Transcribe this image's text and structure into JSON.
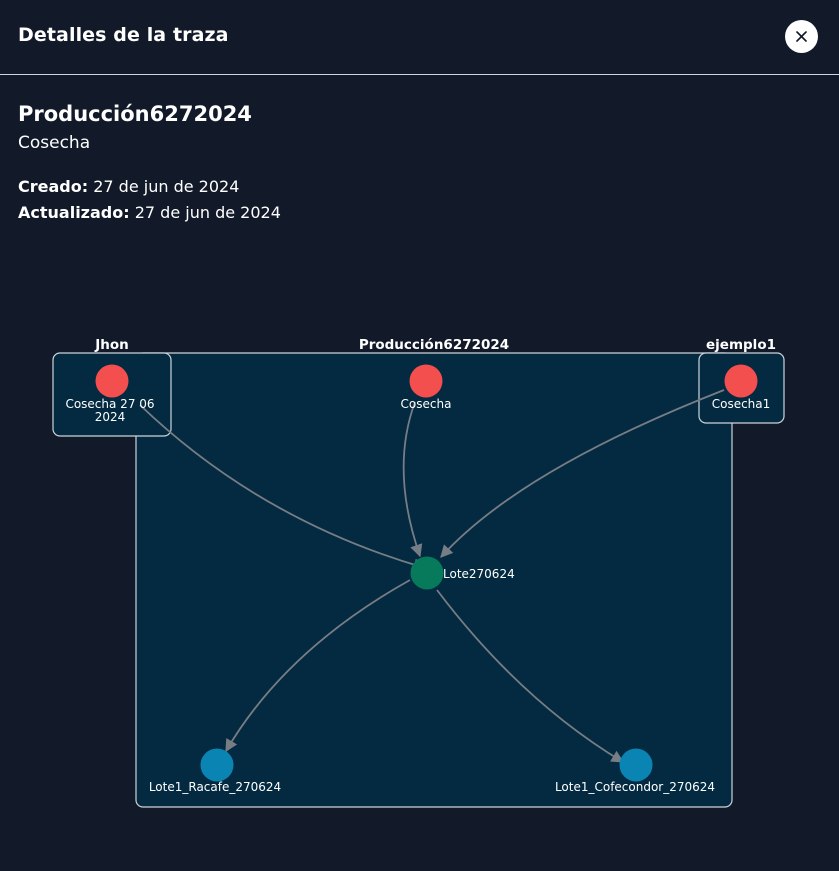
{
  "header": {
    "title": "Detalles de la traza",
    "close_icon": "close-icon"
  },
  "trace": {
    "name": "Producción6272024",
    "type": "Cosecha",
    "created_label": "Creado:",
    "created_value": "27 de jun de 2024",
    "updated_label": "Actualizado:",
    "updated_value": "27 de jun de 2024"
  },
  "colors": {
    "background": "#121a2a",
    "diagram_fill": "#032a40",
    "node_origin": "#f34f4f",
    "node_lote": "#077a5b",
    "node_output": "#0a85b3",
    "edge": "#777d84",
    "group_border": "#cdd3da"
  },
  "diagram": {
    "groups": [
      {
        "id": "g_main",
        "label": "Producción6272024"
      },
      {
        "id": "g_jhon",
        "label": "Jhon"
      },
      {
        "id": "g_ejemplo",
        "label": "ejemplo1"
      }
    ],
    "nodes": [
      {
        "id": "n1",
        "label": "Cosecha 27 06 2024",
        "kind": "origin",
        "group": "g_jhon"
      },
      {
        "id": "n2",
        "label": "Cosecha",
        "kind": "origin",
        "group": "g_main"
      },
      {
        "id": "n3",
        "label": "Cosecha1",
        "kind": "origin",
        "group": "g_ejemplo"
      },
      {
        "id": "n4",
        "label": "Lote270624",
        "kind": "lote",
        "group": "g_main"
      },
      {
        "id": "n5",
        "label": "Lote1_Racafe_270624",
        "kind": "output",
        "group": "g_main"
      },
      {
        "id": "n6",
        "label": "Lote1_Cofecondor_270624",
        "kind": "output",
        "group": "g_main"
      }
    ],
    "edges": [
      {
        "from": "n1",
        "to": "n4"
      },
      {
        "from": "n2",
        "to": "n4"
      },
      {
        "from": "n3",
        "to": "n4"
      },
      {
        "from": "n4",
        "to": "n5"
      },
      {
        "from": "n4",
        "to": "n6"
      }
    ]
  }
}
